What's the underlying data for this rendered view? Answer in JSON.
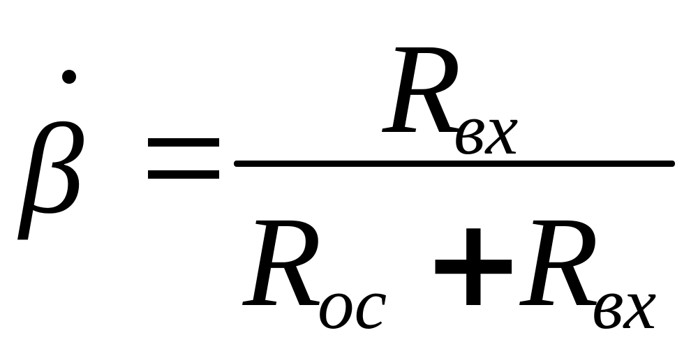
{
  "formula": {
    "lhs": {
      "symbol": "β"
    },
    "equals": "=",
    "numerator": {
      "base": "R",
      "subscript": "вх"
    },
    "denominator": {
      "term1": {
        "base": "R",
        "subscript": "ос"
      },
      "operator": "+",
      "term2": {
        "base": "R",
        "subscript": "вх"
      }
    }
  }
}
